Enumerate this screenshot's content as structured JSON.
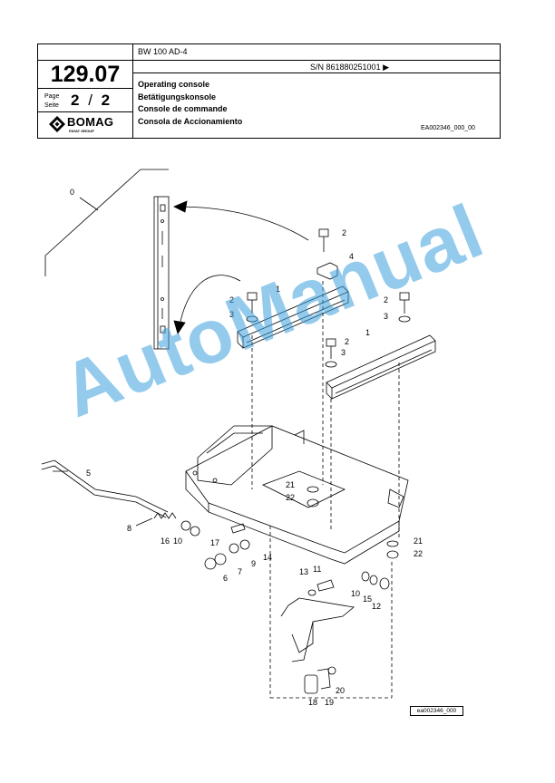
{
  "header": {
    "model": "BW 100 AD-4",
    "serial": "S/N 861880251001  ▶",
    "page_number": "129.07",
    "page_label": "Page",
    "seite_label": "Seite",
    "page_current": "2",
    "page_sep": "/",
    "page_total": "2",
    "brand": "BOMAG",
    "brand_sub": "FAYAT GROUP",
    "titles": [
      "Operating console",
      "Betätigungskonsole",
      "Console de commande",
      "Consola de Accionamiento"
    ],
    "drawing_ref": "EA002346_000_00"
  },
  "drawing": {
    "callouts": [
      "0",
      "1",
      "1",
      "2",
      "2",
      "2",
      "2",
      "3",
      "3",
      "3",
      "4",
      "5",
      "6",
      "7",
      "8",
      "9",
      "10",
      "10",
      "11",
      "12",
      "13",
      "14",
      "15",
      "16",
      "17",
      "18",
      "19",
      "20",
      "21",
      "21",
      "22",
      "22"
    ],
    "image_ref": "ea002346_000"
  },
  "watermark": "AutoManual",
  "colors": {
    "watermark": "#3ca0dc",
    "line": "#000000"
  }
}
